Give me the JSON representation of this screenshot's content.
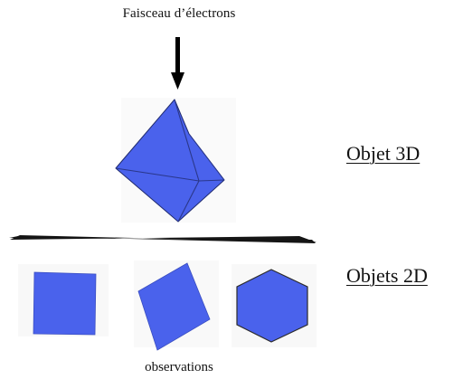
{
  "diagram": {
    "beam_label": "Faisceau d’électrons",
    "object_3d_label": "Objet 3D",
    "objects_2d_label": "Objets 2D",
    "observations_label": "observations"
  },
  "colors": {
    "shape_fill": "#4a62ec",
    "shape_stroke": "#1f2a6e",
    "screen": "#151515",
    "arrow": "#000000"
  },
  "icons": {
    "arrow": "down-arrow-icon",
    "octahedron": "octahedron-icon",
    "screen": "projection-screen",
    "square": "square-projection",
    "diamond": "tilted-square-projection",
    "hexagon": "hexagon-projection"
  }
}
